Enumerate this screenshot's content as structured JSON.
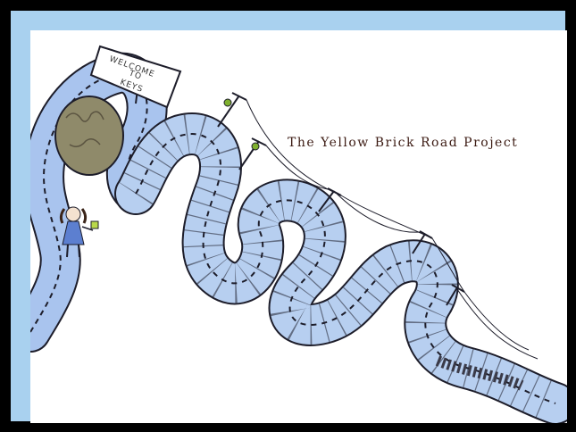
{
  "title": "The Yellow Brick Road Project",
  "sign": {
    "lines": [
      "WELCOME",
      "TO",
      "KEYS"
    ]
  },
  "colors": {
    "mat": "#a9d1ef",
    "road": "#b7cff0",
    "road_dark": "#8fb0de",
    "outline": "#1d1d2a",
    "cave": "#8f8a6a",
    "dress": "#5c7fd0"
  }
}
